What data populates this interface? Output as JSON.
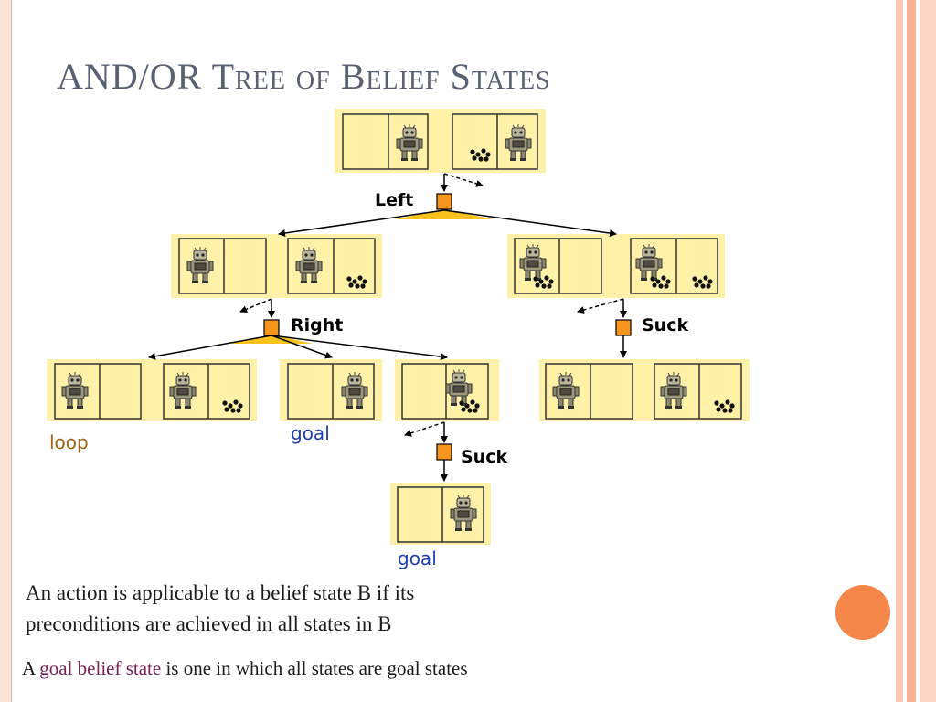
{
  "slide": {
    "title": "AND/OR Tree of Belief States",
    "description": "An action is applicable to a belief state B if its preconditions are achieved in all states in B",
    "footer": {
      "prefix": "A",
      "highlight": "goal belief state",
      "suffix": "is one in which all states are goal states"
    }
  },
  "diagram": {
    "actions": [
      "Left",
      "Right",
      "Suck",
      "Suck"
    ],
    "outcomes": [
      "loop",
      "goal",
      "goal"
    ]
  },
  "colors": {
    "state_panel": "#fff2a8",
    "action_node": "#f7941d",
    "fan": "#f7c21b",
    "highlight_text": "#7b1f52",
    "goal_text": "#1f3fb0",
    "loop_text": "#a0620f",
    "title_text": "#5a6173",
    "accent_circle": "#f6874a"
  },
  "icons": [
    "robot-icon",
    "dirt-icon"
  ]
}
